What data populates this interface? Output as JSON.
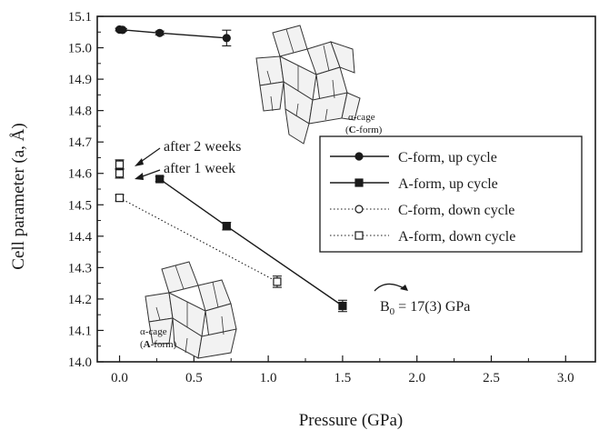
{
  "chart_data": {
    "type": "scatter",
    "xlabel": "Pressure (GPa)",
    "ylabel": "Cell parameter (a, Å)",
    "xlim": [
      -0.15,
      3.2
    ],
    "ylim": [
      14.0,
      15.1
    ],
    "xticks": [
      "0.0",
      "0.5",
      "1.0",
      "1.5",
      "2.0",
      "2.5",
      "3.0"
    ],
    "xtick_values": [
      0.0,
      0.5,
      1.0,
      1.5,
      2.0,
      2.5,
      3.0
    ],
    "yticks": [
      "14.0",
      "14.1",
      "14.2",
      "14.3",
      "14.4",
      "14.5",
      "14.6",
      "14.7",
      "14.8",
      "14.9",
      "15.0",
      "15.1"
    ],
    "ytick_values": [
      14.0,
      14.1,
      14.2,
      14.3,
      14.4,
      14.5,
      14.6,
      14.7,
      14.8,
      14.9,
      15.0,
      15.1
    ],
    "grid": false,
    "legend_position": "right",
    "series": [
      {
        "name": "C-form, up cycle",
        "marker": "circle-filled",
        "line": "solid",
        "x": [
          0.0,
          0.02,
          0.27,
          0.72
        ],
        "y": [
          15.058,
          15.057,
          15.047,
          15.031
        ],
        "yerr": [
          0.004,
          0.004,
          0.006,
          0.025
        ]
      },
      {
        "name": "A-form, up cycle",
        "marker": "square-filled",
        "line": "solid",
        "x": [
          0.27,
          0.72,
          1.5
        ],
        "y": [
          14.582,
          14.432,
          14.178
        ],
        "yerr": [
          0.008,
          0.012,
          0.018
        ]
      },
      {
        "name": "C-form, down cycle",
        "marker": "circle-open",
        "line": "dotted",
        "x": [],
        "y": [],
        "yerr": []
      },
      {
        "name": "A-form, down cycle",
        "marker": "square-open",
        "line": "dotted",
        "x": [
          0.0,
          1.06,
          0.0,
          0.0
        ],
        "y": [
          14.522,
          14.255,
          14.6,
          14.628
        ],
        "yerr": [
          0.01,
          0.018,
          0.015,
          0.015
        ],
        "connect_points": 2
      }
    ],
    "annotations": [
      {
        "text": "after 2 weeks"
      },
      {
        "text": "after 1 week"
      },
      {
        "text_main": "B",
        "text_sub": "0",
        "text_rest": " = 17(3) GPa"
      }
    ],
    "insets": [
      {
        "label_line1": "α-cage",
        "label_line2_pre": "(",
        "label_line2_bold": "C",
        "label_line2_post": "-form)"
      },
      {
        "label_line1": "α-cage",
        "label_line2_pre": "(",
        "label_line2_bold": "A",
        "label_line2_post": "-form)"
      }
    ]
  }
}
